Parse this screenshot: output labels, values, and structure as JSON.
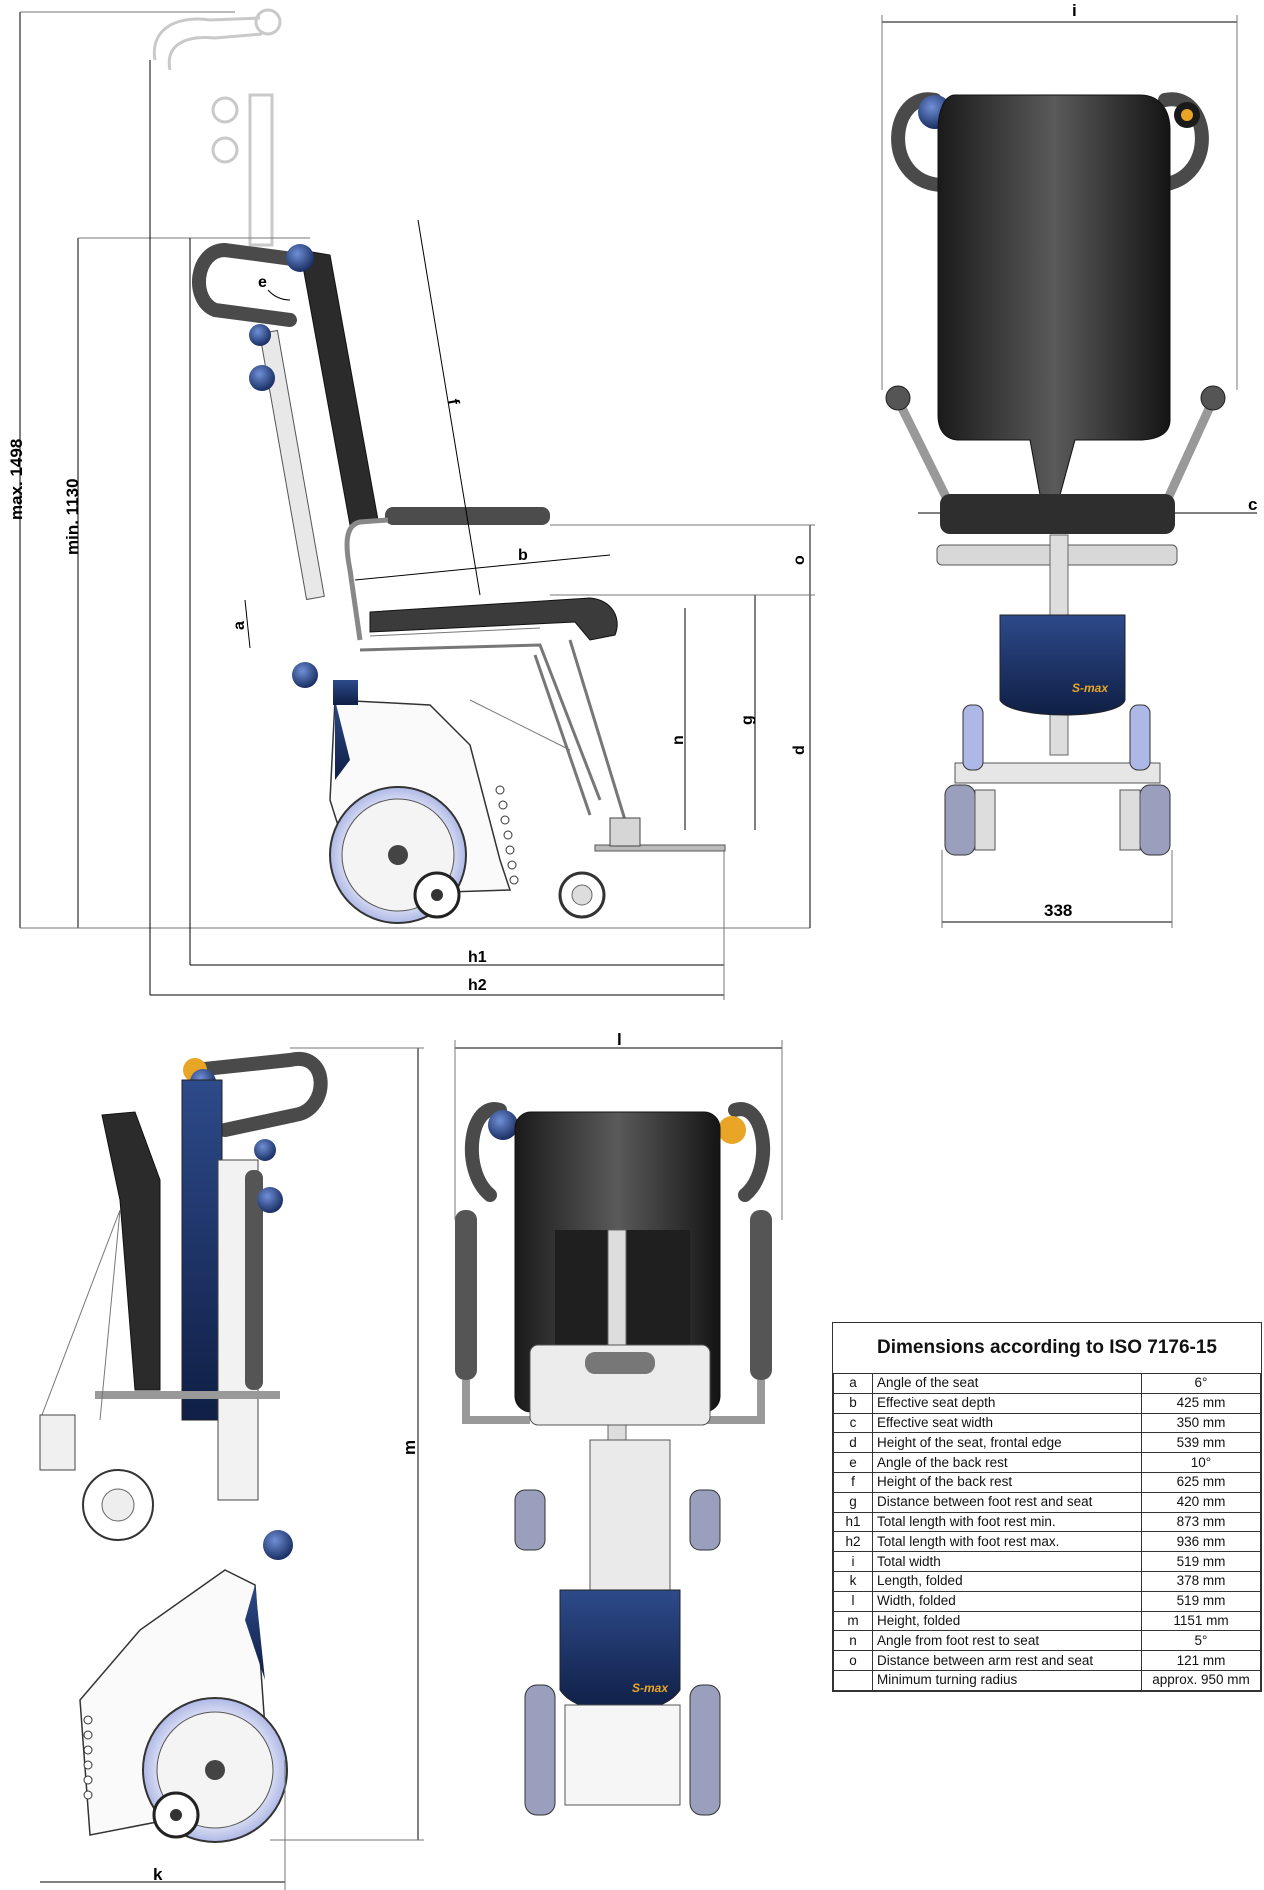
{
  "labels": {
    "max": "max. 1498",
    "min": "min. 1130",
    "e": "e",
    "f": "f",
    "a": "a",
    "b": "b",
    "o": "o",
    "g": "g",
    "n": "n",
    "d": "d",
    "h1": "h1",
    "h2": "h2",
    "i": "i",
    "c": "c",
    "w338": "338",
    "l": "l",
    "m": "m",
    "k": "k"
  },
  "brand": "S-max",
  "spec_table": {
    "title": "Dimensions according to ISO 7176-15",
    "rows": [
      {
        "key": "a",
        "desc": "Angle of the seat",
        "val": "6°"
      },
      {
        "key": "b",
        "desc": "Effective seat depth",
        "val": "425 mm"
      },
      {
        "key": "c",
        "desc": "Effective seat width",
        "val": "350 mm"
      },
      {
        "key": "d",
        "desc": "Height of the seat, frontal edge",
        "val": "539 mm"
      },
      {
        "key": "e",
        "desc": "Angle of the back rest",
        "val": "10°"
      },
      {
        "key": "f",
        "desc": "Height of the back rest",
        "val": "625 mm"
      },
      {
        "key": "g",
        "desc": "Distance between foot rest and seat",
        "val": "420 mm"
      },
      {
        "key": "h1",
        "desc": "Total length with foot rest min.",
        "val": "873 mm"
      },
      {
        "key": "h2",
        "desc": "Total length with foot rest max.",
        "val": "936 mm"
      },
      {
        "key": "i",
        "desc": "Total width",
        "val": "519 mm"
      },
      {
        "key": "k",
        "desc": "Length, folded",
        "val": "378 mm"
      },
      {
        "key": "l",
        "desc": "Width, folded",
        "val": "519 mm"
      },
      {
        "key": "m",
        "desc": "Height, folded",
        "val": "1151 mm"
      },
      {
        "key": "n",
        "desc": "Angle from foot rest to seat",
        "val": "5°"
      },
      {
        "key": "o",
        "desc": "Distance between arm rest and seat",
        "val": "121 mm"
      },
      {
        "key": "",
        "desc": "Minimum turning radius",
        "val": "approx. 950 mm"
      }
    ]
  }
}
